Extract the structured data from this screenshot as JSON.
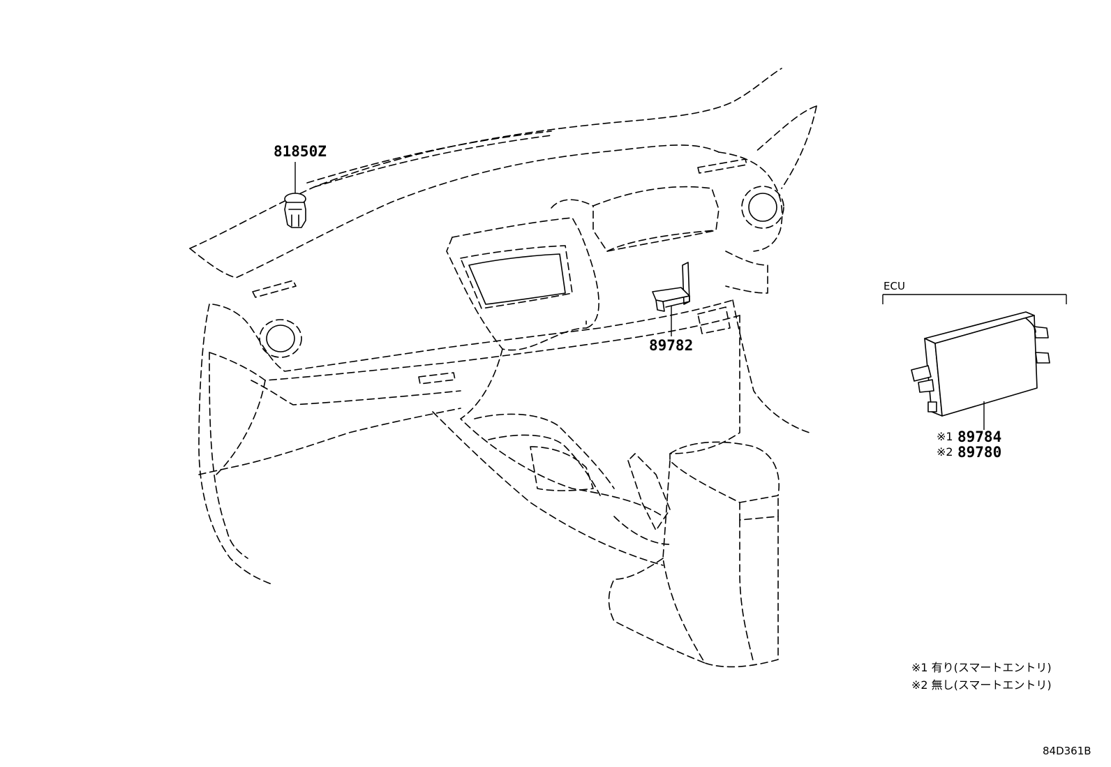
{
  "labels": {
    "part_81850z": "81850Z",
    "part_89782": "89782",
    "ecu_title": "ECU",
    "ecu_mark_1": "※1",
    "ecu_part_1": "89784",
    "ecu_mark_2": "※2",
    "ecu_part_2": "89780"
  },
  "notes": [
    "※1 有り(スマートエントリ)",
    "※2 無し(スマートエントリ)"
  ],
  "diagram_code": "84D361B"
}
